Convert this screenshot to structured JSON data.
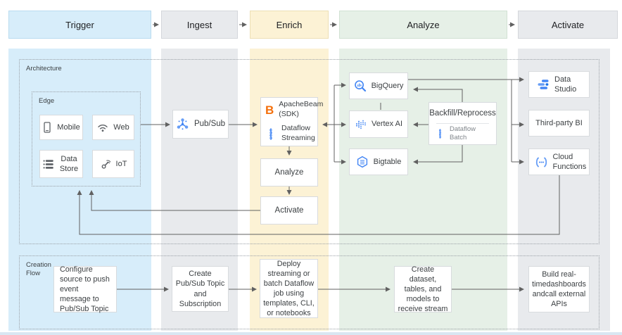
{
  "header": {
    "lanes": [
      {
        "label": "Trigger",
        "color": "#D7EDFA",
        "border": "#B9DBF0"
      },
      {
        "label": "Ingest",
        "color": "#E8EAED",
        "border": "#D4D7DB"
      },
      {
        "label": "Enrich",
        "color": "#FCF2D5",
        "border": "#EDDFB6"
      },
      {
        "label": "Analyze",
        "color": "#E6F0E7",
        "border": "#D1E1D3"
      },
      {
        "label": "Activate",
        "color": "#E8EAED",
        "border": "#D4D7DB"
      }
    ]
  },
  "architecture": {
    "title": "Architecture",
    "edge": {
      "title": "Edge",
      "mobile": "Mobile",
      "web": "Web",
      "data_store": "Data Store",
      "iot": "IoT"
    },
    "pubsub": "Pub/Sub",
    "apache_beam": "ApacheBeam (SDK)",
    "dataflow_streaming": "Dataflow Streaming",
    "analyze_step": "Analyze",
    "activate_step": "Activate",
    "bigquery": "BigQuery",
    "vertex_ai": "Vertex AI",
    "bigtable": "Bigtable",
    "backfill": {
      "title": "Backfill/Reprocess",
      "dataflow_batch": "Dataflow Batch"
    },
    "data_studio": "Data Studio",
    "third_party_bi": "Third-party BI",
    "cloud_functions": "Cloud Functions"
  },
  "creation_flow": {
    "title": "Creation Flow",
    "steps": [
      "Configure source to push event message to Pub/Sub Topic",
      "Create Pub/Sub Topic and Subscription",
      "Deploy streaming or batch Dataflow job using templates, CLI, or notebooks",
      "Create dataset, tables, and models to receive stream",
      "Build real-timedashboards andcall external APIs"
    ]
  },
  "colors": {
    "google_blue": "#4285F4",
    "google_blue_light": "#669DF6",
    "beam_orange": "#F4700C",
    "line": "#616161",
    "text": "#3C4043",
    "muted_text": "#80868B",
    "bottom_strip": "#D9E7F2"
  }
}
